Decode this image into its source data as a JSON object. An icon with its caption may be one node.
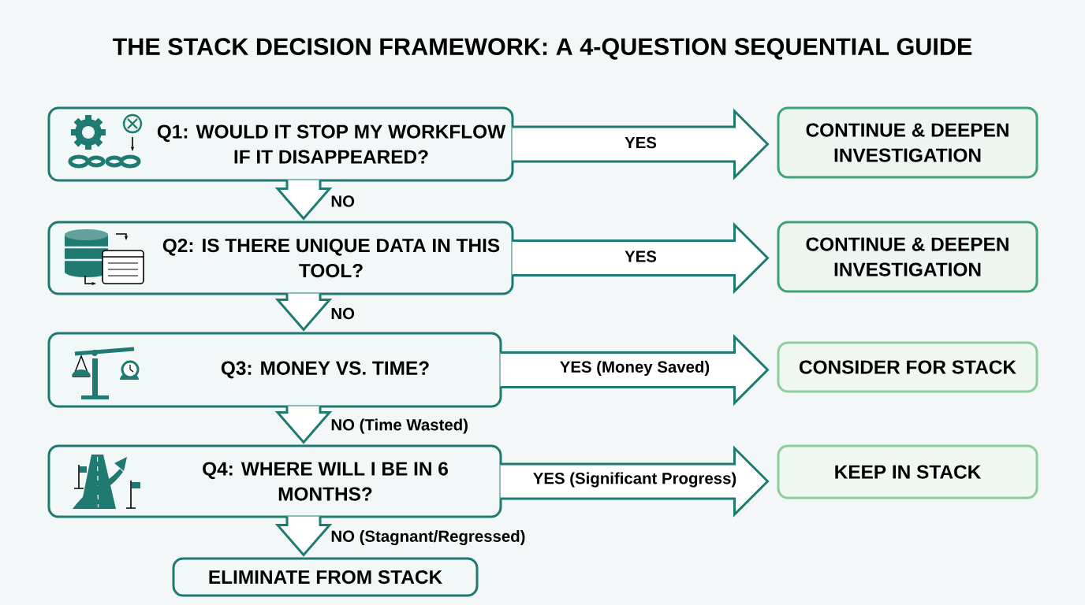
{
  "diagram": {
    "title": "THE STACK DECISION FRAMEWORK: A 4-QUESTION SEQUENTIAL GUIDE",
    "nodes": [
      {
        "text": [
          "Q1: WOULD IT STOP MY WORKFLOW IF IT DISAPPEARED?"
        ]
      },
      {
        "text": [
          "CONTINUE & DEEPEN INVESTIGATION"
        ]
      },
      {
        "text": [
          "Q2: IS THERE UNIQUE DATA IN THIS TOOL?"
        ]
      },
      {
        "text": [
          "CONTINUE & DEEPEN INVESTIGATION"
        ]
      },
      {
        "text": [
          "Q3: MONEY VS. TIME?"
        ]
      },
      {
        "text": [
          "CONSIDER FOR STACK"
        ]
      },
      {
        "text": [
          "Q4: WHERE WILL I BE IN 6 MONTHS?"
        ]
      },
      {
        "text": [
          "KEEP IN STACK"
        ]
      },
      {
        "text": [
          "ELIMINATE FROM STACK"
        ]
      }
    ],
    "edges": [
      {
        "from": 0,
        "to": 1,
        "arrow": "to",
        "label": "YES"
      },
      {
        "from": 0,
        "to": 2,
        "arrow": "to",
        "label": "NO"
      },
      {
        "from": 2,
        "to": 3,
        "arrow": "to",
        "label": "YES"
      },
      {
        "from": 2,
        "to": 4,
        "arrow": "to",
        "label": "NO"
      },
      {
        "from": 4,
        "to": 5,
        "arrow": "to",
        "label": "YES (Money Saved)"
      },
      {
        "from": 4,
        "to": 6,
        "arrow": "to",
        "label": "NO (Time Wasted)"
      },
      {
        "from": 6,
        "to": 7,
        "arrow": "to",
        "label": "YES (Significant Progress)"
      },
      {
        "from": 6,
        "to": 8,
        "arrow": "to",
        "label": "NO (Stagnant/Regressed)"
      }
    ]
  }
}
